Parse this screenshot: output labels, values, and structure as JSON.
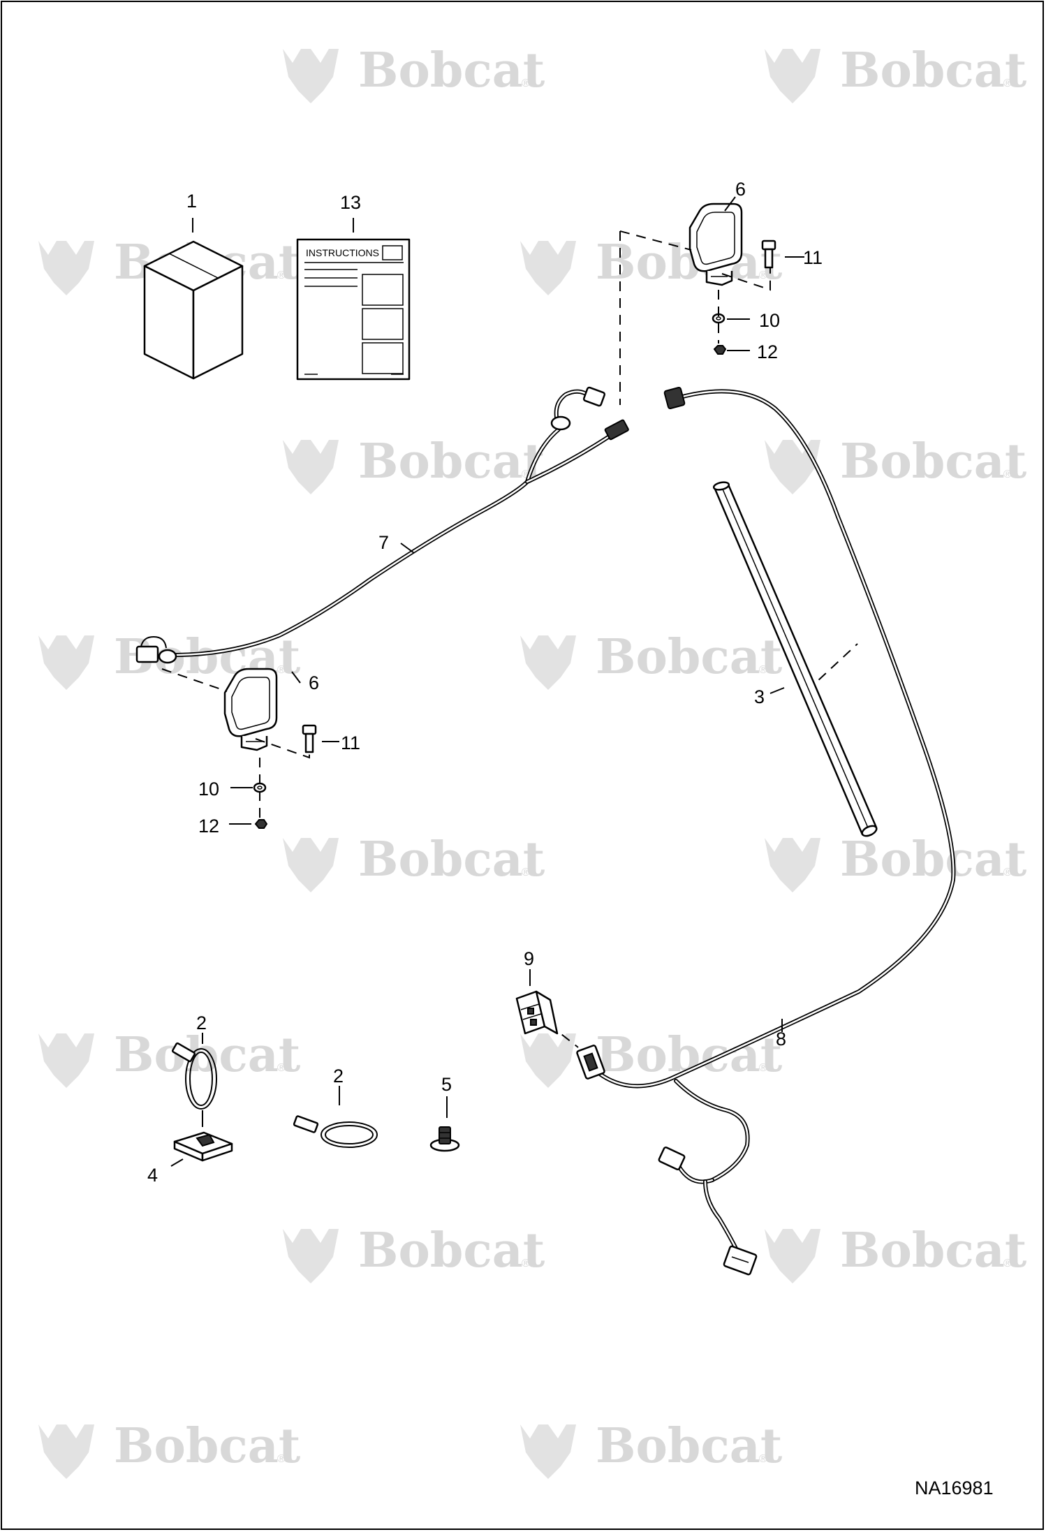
{
  "watermark": {
    "brand_text": "Bobcat",
    "reg_mark": "®"
  },
  "instructions_sheet": {
    "heading": "INSTRUCTIONS"
  },
  "callouts": {
    "c1": "1",
    "c13": "13",
    "c6_top": "6",
    "c11_top": "11",
    "c10_top": "10",
    "c12_top": "12",
    "c7": "7",
    "c6_left": "6",
    "c11_left": "11",
    "c10_left": "10",
    "c12_left": "12",
    "c3": "3",
    "c9": "9",
    "c8": "8",
    "c2_left": "2",
    "c2_mid": "2",
    "c4": "4",
    "c5": "5"
  },
  "drawing_id": "NA16981"
}
